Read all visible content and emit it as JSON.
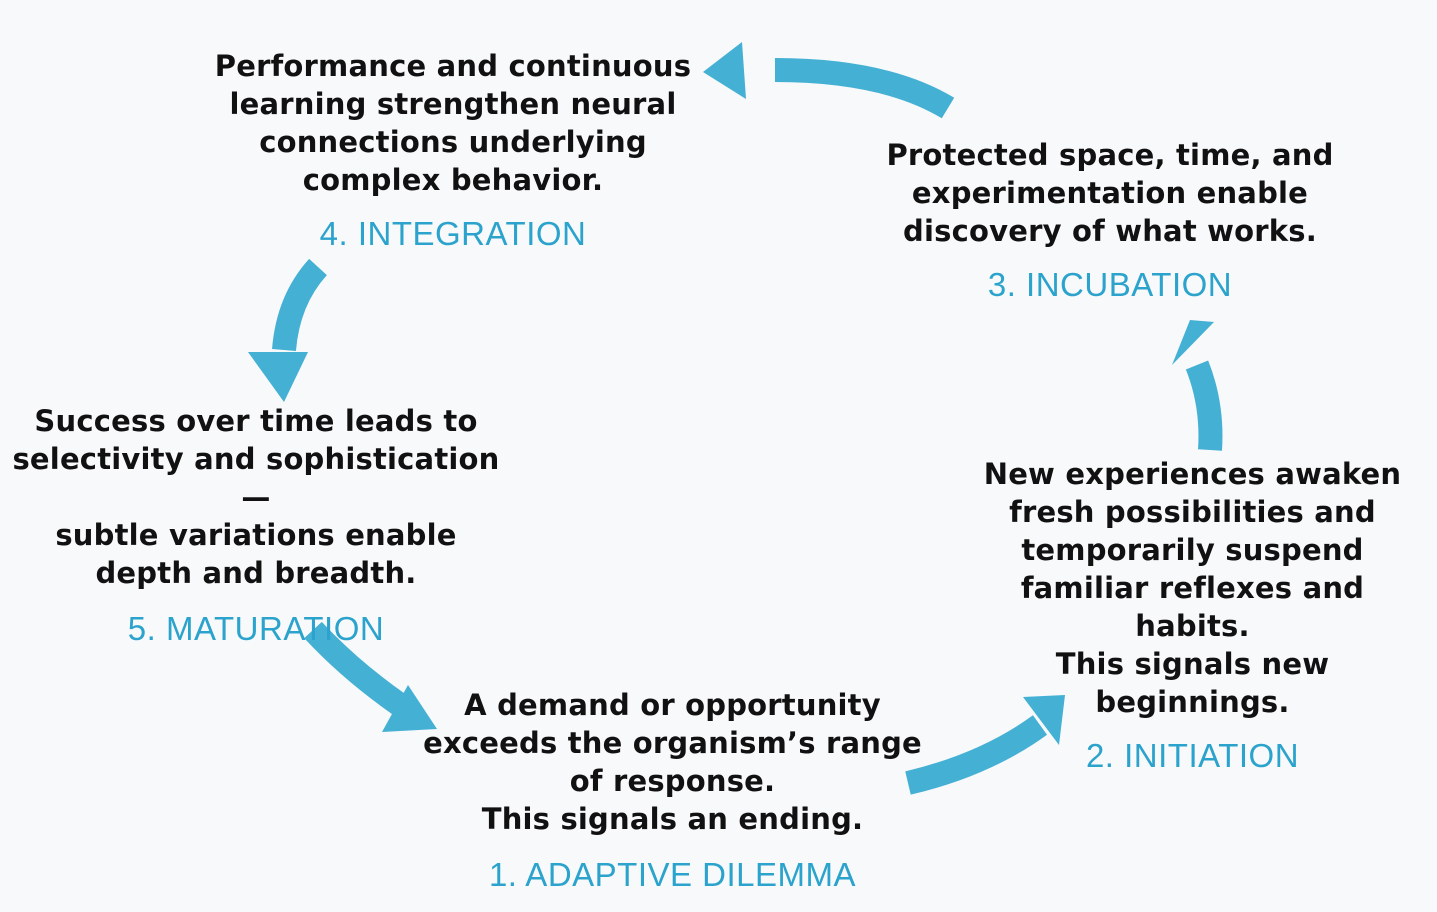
{
  "colors": {
    "accent": "#44b0d4",
    "title": "#2ba3cc",
    "text": "#111111",
    "background": "#f7f9fb"
  },
  "stages": {
    "adaptive_dilemma": {
      "title": "1. ADAPTIVE DILEMMA",
      "description": "A demand or opportunity\nexceeds the organism’s range\nof response.\nThis signals an ending."
    },
    "initiation": {
      "title": "2. INITIATION",
      "description": "New experiences awaken\nfresh possibilities and\ntemporarily suspend\nfamiliar reflexes and habits.\nThis signals new beginnings."
    },
    "incubation": {
      "title": "3. INCUBATION",
      "description": "Protected space, time, and\nexperimentation enable\ndiscovery of what works."
    },
    "integration": {
      "title": "4. INTEGRATION",
      "description": "Performance and continuous\nlearning strengthen neural\nconnections underlying\ncomplex behavior."
    },
    "maturation": {
      "title": "5. MATURATION",
      "description": "Success over time leads to\nselectivity and sophistication—\nsubtle variations enable\ndepth and breadth."
    }
  }
}
